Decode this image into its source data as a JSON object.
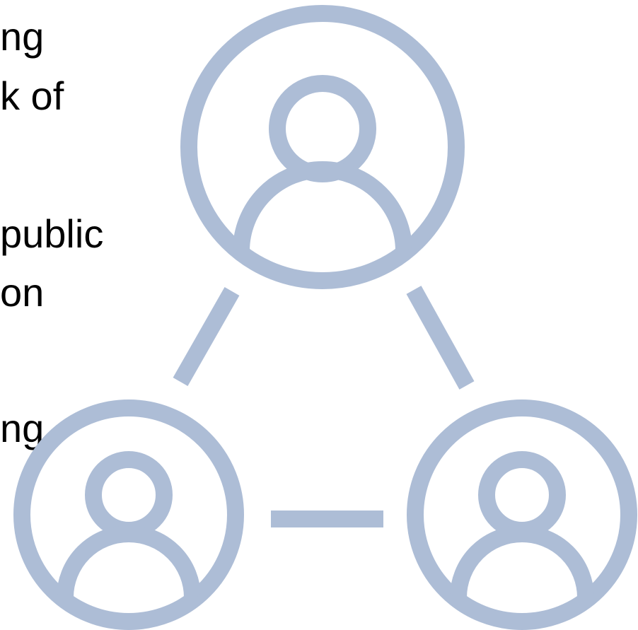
{
  "text_fragments": [
    "ng",
    "k of",
    " public",
    "on",
    "ng"
  ],
  "colors": {
    "icon": "#adbdd6",
    "text": "#000000",
    "background": "#ffffff"
  },
  "icons": [
    "user-icon",
    "user-icon",
    "user-icon"
  ],
  "connectors": [
    "connector-top-left",
    "connector-top-right",
    "connector-bottom"
  ]
}
